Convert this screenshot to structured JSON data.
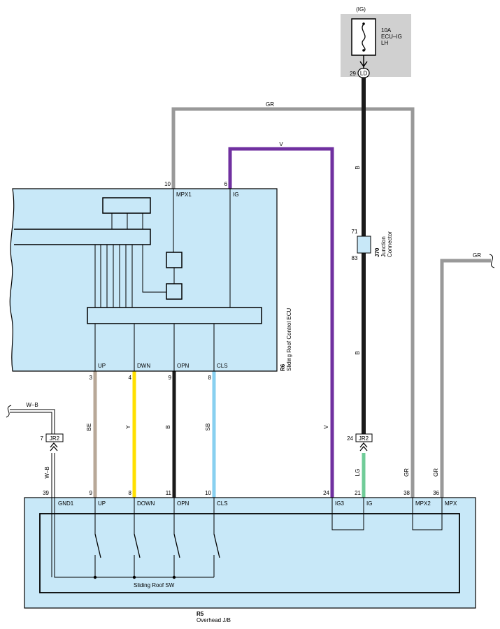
{
  "fuse": {
    "supply": "(IG)",
    "rating": "10A",
    "name_line1": "ECU–IG",
    "name_line2": "LH",
    "pin": "29",
    "connector": "LD"
  },
  "ecu": {
    "id": "R6",
    "name": "Sliding Roof Control ECU",
    "terminals": {
      "mpx1": {
        "pin": "10",
        "label": "MPX1"
      },
      "ig": {
        "pin": "6",
        "label": "IG"
      },
      "up": {
        "pin": "3",
        "label": "UP"
      },
      "dwn": {
        "pin": "4",
        "label": "DWN"
      },
      "opn": {
        "pin": "9",
        "label": "OPN"
      },
      "cls": {
        "pin": "8",
        "label": "CLS"
      }
    }
  },
  "junction": {
    "id": "J70",
    "name_line1": "Junction",
    "name_line2": "Connector",
    "pin_top": "71",
    "pin_bottom": "83"
  },
  "jr2_left": {
    "pin": "7",
    "label": "JR2"
  },
  "jr2_right": {
    "pin": "24",
    "label": "JR2"
  },
  "wires": {
    "gr_top": "GR",
    "v": "V",
    "b_upper": "B",
    "b_lower": "B",
    "gr_right": "GR",
    "wb_top": "W–B",
    "wb_vert": "W–B",
    "be": "BE",
    "y": "Y",
    "b_opn": "B",
    "sb": "SB",
    "v_vert": "V",
    "lg": "LG",
    "gr_mpx2": "GR",
    "gr_mpx": "GR"
  },
  "colors": {
    "gray": "#999999",
    "violet": "#7030a0",
    "black": "#1a1a1a",
    "beige": "#b8a898",
    "yellow": "#ffe000",
    "sky": "#88d0f0",
    "light_green": "#70cc98",
    "panel_blue": "#c8e8f8",
    "fuse_gray": "#d0d0d0"
  },
  "jb": {
    "id": "R5",
    "name": "Overhead J/B",
    "switch_label": "Sliding Roof SW",
    "terminals": {
      "gnd1": {
        "pin": "39",
        "label": "GND1"
      },
      "up": {
        "pin": "9",
        "label": "UP"
      },
      "down": {
        "pin": "8",
        "label": "DOWN"
      },
      "opn": {
        "pin": "11",
        "label": "OPN"
      },
      "cls": {
        "pin": "10",
        "label": "CLS"
      },
      "ig3": {
        "pin": "24",
        "label": "IG3"
      },
      "ig": {
        "pin": "21",
        "label": "IG"
      },
      "mpx2": {
        "pin": "38",
        "label": "MPX2"
      },
      "mpx": {
        "pin": "36",
        "label": "MPX"
      }
    }
  }
}
